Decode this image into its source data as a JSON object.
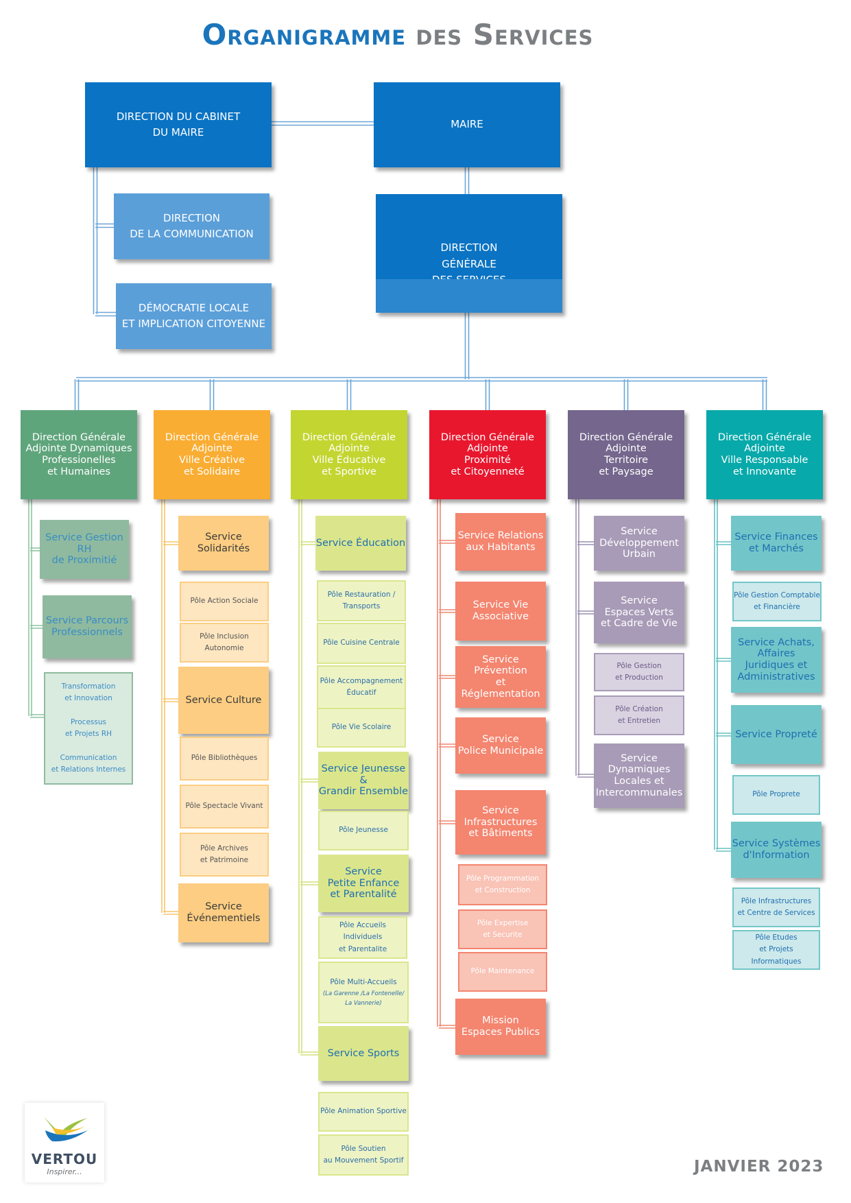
{
  "title": {
    "part1": "Organigramme",
    "part2": "des Services"
  },
  "top": {
    "cabinet": "DIRECTION DU CABINET\nDU MAIRE",
    "maire": "MAIRE",
    "communication": "DIRECTION\nDE LA COMMUNICATION",
    "democratie": "DÉMOCRATIE LOCALE\nET IMPLICATION CITOYENNE",
    "dgs": "DIRECTION\nGÉNÉRALE\nDES SERVICES"
  },
  "directions": [
    {
      "label": "Direction Générale\nAdjointe Dynamiques\nProfessionelles\net Humaines",
      "items": [
        {
          "type": "service",
          "label": "Service Gestion RH\nde Proximitié"
        },
        {
          "type": "service",
          "label": "Service Parcours\nProfessionnels"
        },
        {
          "type": "pole",
          "label": "Transformation\net Innovation\n\nProcessus\net Projets RH\n\nCommunication\net Relations Internes"
        }
      ]
    },
    {
      "label": "Direction Générale\nAdjointe\nVille Créative\net Solidaire",
      "items": [
        {
          "type": "service",
          "label": "Service Solidarités"
        },
        {
          "type": "pole",
          "label": "Pôle Action Sociale"
        },
        {
          "type": "pole",
          "label": "Pôle Inclusion Autonomie"
        },
        {
          "type": "service",
          "label": "Service Culture"
        },
        {
          "type": "pole",
          "label": "Pôle Bibliothèques"
        },
        {
          "type": "pole",
          "label": "Pôle Spectacle Vivant"
        },
        {
          "type": "pole",
          "label": "Pôle Archives\net Patrimoine"
        },
        {
          "type": "service",
          "label": "Service\nÉvénementiels"
        }
      ]
    },
    {
      "label": "Direction Générale\nAdjointe\nVille Éducative\net Sportive",
      "items": [
        {
          "type": "service",
          "label": "Service Éducation"
        },
        {
          "type": "pole",
          "label": "Pôle Restauration /\nTransports"
        },
        {
          "type": "pole",
          "label": "Pôle Cuisine Centrale"
        },
        {
          "type": "pole",
          "label": "Pôle Accompagnement\nÉducatif"
        },
        {
          "type": "pole",
          "label": "Pôle Vie Scolaire"
        },
        {
          "type": "service",
          "label": "Service Jeunesse\n&\nGrandir Ensemble"
        },
        {
          "type": "pole",
          "label": "Pôle Jeunesse"
        },
        {
          "type": "service",
          "label": "Service\nPetite Enfance\net Parentalité"
        },
        {
          "type": "pole",
          "label": "Pôle Accueils Individuels\net Parentalite"
        },
        {
          "type": "pole",
          "label": "Pôle Multi-Accueils",
          "sub": "(La Garenne /La Fontenelle/\nLa Vannerie)"
        },
        {
          "type": "service",
          "label": "Service Sports"
        },
        {
          "type": "pole",
          "label": "Pôle Animation Sportive"
        },
        {
          "type": "pole",
          "label": "Pôle Soutien\nau Mouvement Sportif"
        }
      ]
    },
    {
      "label": "Direction Générale\nAdjointe\nProximité\net Citoyenneté",
      "items": [
        {
          "type": "service",
          "label": "Service Relations\naux Habitants"
        },
        {
          "type": "service",
          "label": "Service Vie\nAssociative"
        },
        {
          "type": "service",
          "label": "Service Prévention\net Réglementation"
        },
        {
          "type": "service",
          "label": "Service\nPolice Municipale"
        },
        {
          "type": "service",
          "label": "Service\nInfrastructures\net Bâtiments"
        },
        {
          "type": "pole",
          "label": "Pôle Programmation\net Construction"
        },
        {
          "type": "pole",
          "label": "Pôle Expertise\net Securite"
        },
        {
          "type": "pole",
          "label": "Pôle Maintenance"
        },
        {
          "type": "service",
          "label": "Mission\nEspaces Publics"
        }
      ]
    },
    {
      "label": "Direction Générale\nAdjointe\nTerritoire\net Paysage",
      "items": [
        {
          "type": "service",
          "label": "Service\nDéveloppement\nUrbain"
        },
        {
          "type": "service",
          "label": "Service\nEspaces Verts\net Cadre de Vie"
        },
        {
          "type": "pole",
          "label": "Pôle Gestion\net Production"
        },
        {
          "type": "pole",
          "label": "Pôle Création\net Entretien"
        },
        {
          "type": "service",
          "label": "Service\nDynamiques\nLocales et\nIntercommunales"
        }
      ]
    },
    {
      "label": "Direction Générale\nAdjointe\nVille Responsable\net Innovante",
      "items": [
        {
          "type": "service",
          "label": "Service Finances\net Marchés"
        },
        {
          "type": "pole",
          "label": "Pôle Gestion Comptable\net Financière"
        },
        {
          "type": "service",
          "label": "Service Achats,\nAffaires\nJuridiques et\nAdministratives"
        },
        {
          "type": "service",
          "label": "Service Propreté"
        },
        {
          "type": "pole",
          "label": "Pôle Proprete"
        },
        {
          "type": "service",
          "label": "Service Systèmes\nd'Information"
        },
        {
          "type": "pole",
          "label": "Pôle Infrastructures\net Centre de Services"
        },
        {
          "type": "pole",
          "label": "Pôle Etudes\net Projets Informatiques"
        }
      ]
    }
  ],
  "colors": {
    "dark_blue": "#0a73c3",
    "light_blue": "#5b9fd9",
    "connector": "#6aa6d8",
    "title_blue": "#1b75bb",
    "title_gray": "#7c7f82",
    "columns": [
      {
        "dir": "#5fa57c",
        "svc": "#8fba9f",
        "pole": "#d9eadf",
        "line": "#8cc4a0",
        "text": "#3a8cc4",
        "poletext": "#3a8cc4",
        "dirtext": "#ffffff"
      },
      {
        "dir": "#f9ad33",
        "svc": "#fccd82",
        "pole": "#fde6c0",
        "line": "#f8c56a",
        "text": "#3b3b3b",
        "poletext": "#555555",
        "dirtext": "#ffffff"
      },
      {
        "dir": "#c3d530",
        "svc": "#dbe68c",
        "pole": "#eef3c4",
        "line": "#d3e07a",
        "text": "#1f6fb0",
        "poletext": "#2a6ea8",
        "dirtext": "#ffffff"
      },
      {
        "dir": "#e8172e",
        "svc": "#f4856f",
        "pole": "#f9c3b6",
        "line": "#f08571",
        "text": "#ffffff",
        "poletext": "#ffffff",
        "dirtext": "#ffffff"
      },
      {
        "dir": "#74668c",
        "svc": "#a89bb7",
        "pole": "#d9d2e1",
        "line": "#9c8fb1",
        "text": "#ffffff",
        "poletext": "#ffffff",
        "dirtext": "#ffffff"
      },
      {
        "dir": "#08a9aa",
        "svc": "#72c6c9",
        "pole": "#cde9eb",
        "line": "#66c0c2",
        "text": "#1f6fb0",
        "poletext": "#1f6fb0",
        "dirtext": "#ffffff"
      }
    ]
  },
  "logo": {
    "name": "VERTOU",
    "tagline": "Inspirer..."
  },
  "date": "JANVIER  2023"
}
